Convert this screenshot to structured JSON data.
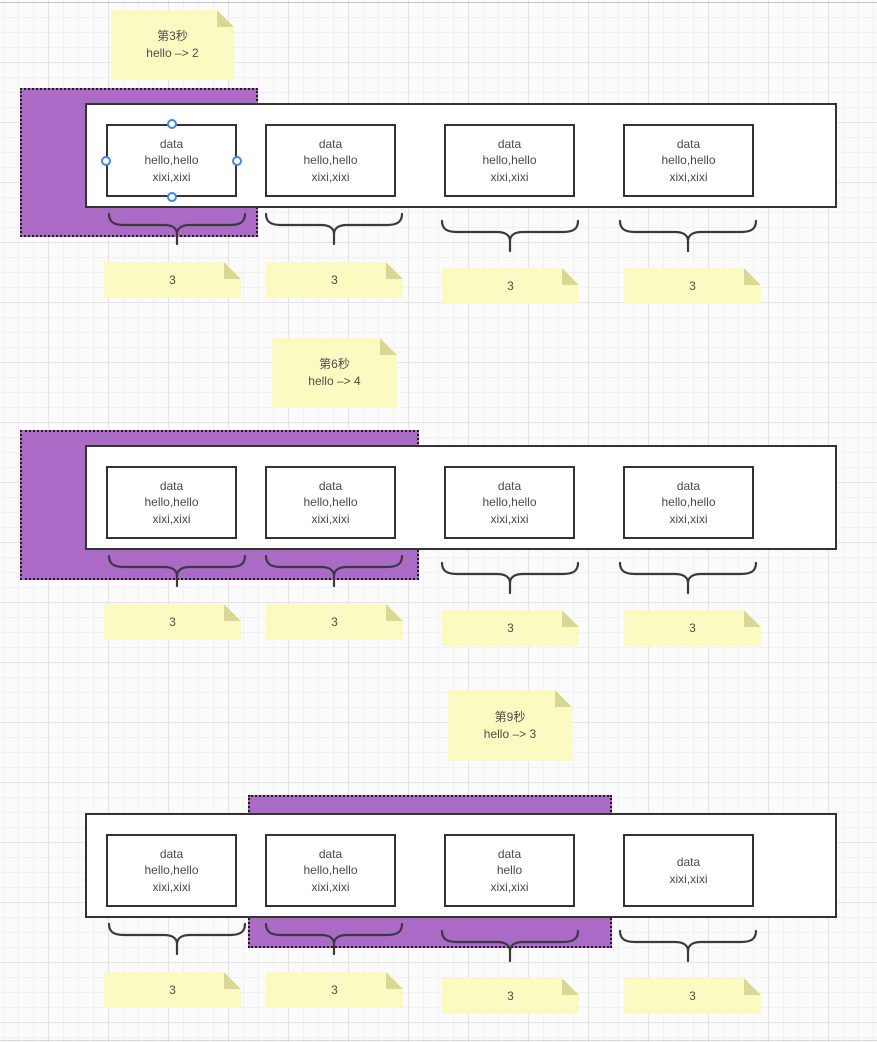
{
  "diagram": {
    "colors": {
      "highlight_purple": "#ab6ac6",
      "note_yellow": "#fbfbc1",
      "note_fold": "#d8d893",
      "shape_stroke": "#333333",
      "handle_blue": "#3c86f5"
    },
    "sections": [
      {
        "sticky_note": "第3秒\nhello –> 2",
        "boxes": [
          "data\nhello,hello\nxixi,xixi",
          "data\nhello,hello\nxixi,xixi",
          "data\nhello,hello\nxixi,xixi",
          "data\nhello,hello\nxixi,xixi"
        ],
        "counts": [
          "3",
          "3",
          "3",
          "3"
        ]
      },
      {
        "sticky_note": "第6秒\nhello –> 4",
        "boxes": [
          "data\nhello,hello\nxixi,xixi",
          "data\nhello,hello\nxixi,xixi",
          "data\nhello,hello\nxixi,xixi",
          "data\nhello,hello\nxixi,xixi"
        ],
        "counts": [
          "3",
          "3",
          "3",
          "3"
        ]
      },
      {
        "sticky_note": "第9秒\nhello –> 3",
        "boxes": [
          "data\nhello,hello\nxixi,xixi",
          "data\nhello,hello\nxixi,xixi",
          "data\nhello\nxixi,xixi",
          "data\nxixi,xixi"
        ],
        "counts": [
          "3",
          "3",
          "3",
          "3"
        ]
      }
    ]
  }
}
